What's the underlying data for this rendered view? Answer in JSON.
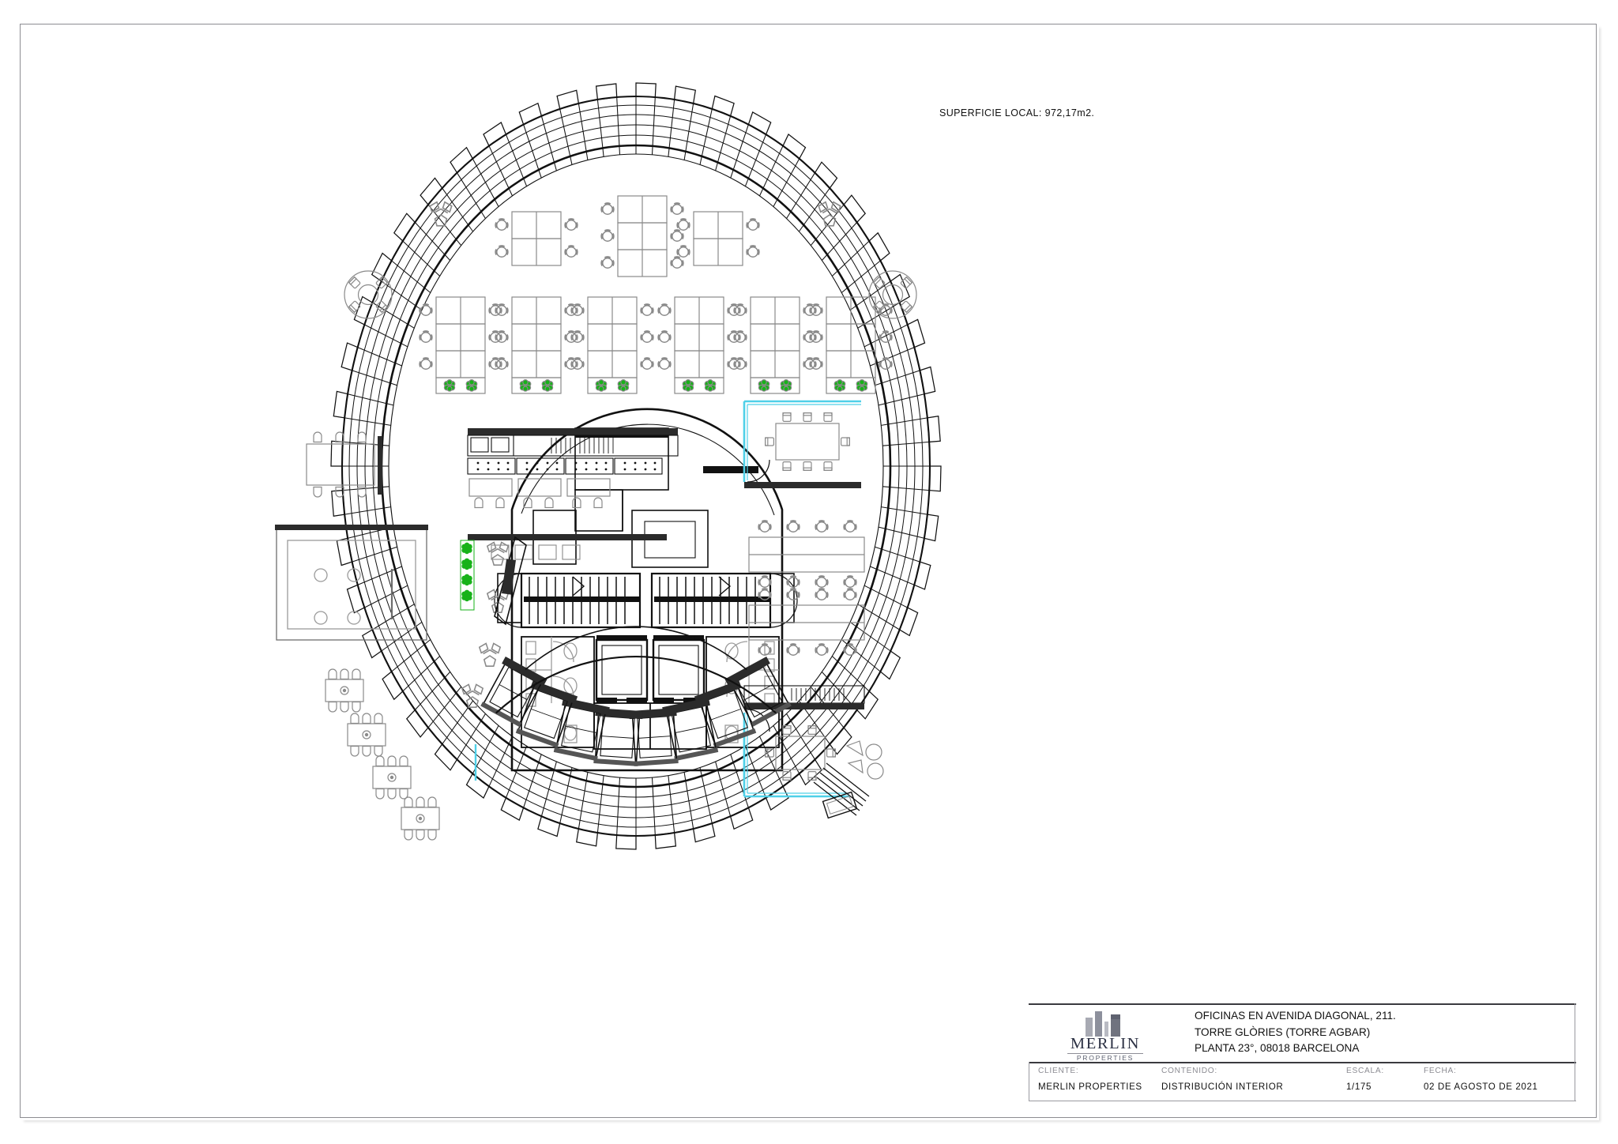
{
  "sheet": {
    "note": "SUPERFICIE LOCAL:  972,17m2."
  },
  "title_block": {
    "logo": {
      "wordmark": "MERLIN",
      "subtitle": "PROPERTIES",
      "mark_name": "merlin-building-bars-logo"
    },
    "project_lines": [
      "OFICINAS EN AVENIDA DIAGONAL, 211.",
      "TORRE GLÒRIES (TORRE AGBAR)",
      "PLANTA 23°, 08018 BARCELONA"
    ],
    "fields": [
      {
        "label": "CLIENTE:",
        "value": "MERLIN  PROPERTIES"
      },
      {
        "label": "CONTENIDO:",
        "value": "DISTRIBUCIÓN  INTERIOR"
      },
      {
        "label": "ESCALA:",
        "value": "1/175"
      },
      {
        "label": "FECHA:",
        "value": "02 DE AGOSTO DE 2021"
      }
    ]
  },
  "colors": {
    "ink": "#111111",
    "furniture": "#8a8a8a",
    "plant_green": "#17b219",
    "glazing_cyan": "#4fd0e8",
    "logo_navy": "#2b3043",
    "rule_grey": "#9a9aa0"
  },
  "plan": {
    "name": "torre-glories-floor-23-interior-distribution",
    "shape": "oval-tower-floorplate",
    "facade": {
      "rings": 6,
      "radial_mullions": 96,
      "description": "double-skin curtain wall with radial louvre panels"
    },
    "zones": [
      {
        "name": "open-office-north",
        "desk_clusters": 8,
        "seats_per_cluster": 6
      },
      {
        "name": "open-office-east",
        "bench_rows": 2,
        "seats_per_row": 8
      },
      {
        "name": "meeting-room-ne",
        "table_seats": 8,
        "glazed": true
      },
      {
        "name": "meeting-room-se",
        "table_seats": 6,
        "glazed": true
      },
      {
        "name": "kitchen-cafeteria",
        "bar_stools": 6
      },
      {
        "name": "dining-tables-west",
        "tables": 4,
        "seats_per_table": 6
      },
      {
        "name": "lounge-west"
      },
      {
        "name": "core-stairs",
        "count": 2
      },
      {
        "name": "core-elevators",
        "count": 4
      },
      {
        "name": "restrooms",
        "count": 2
      },
      {
        "name": "auditorium-south"
      }
    ]
  }
}
